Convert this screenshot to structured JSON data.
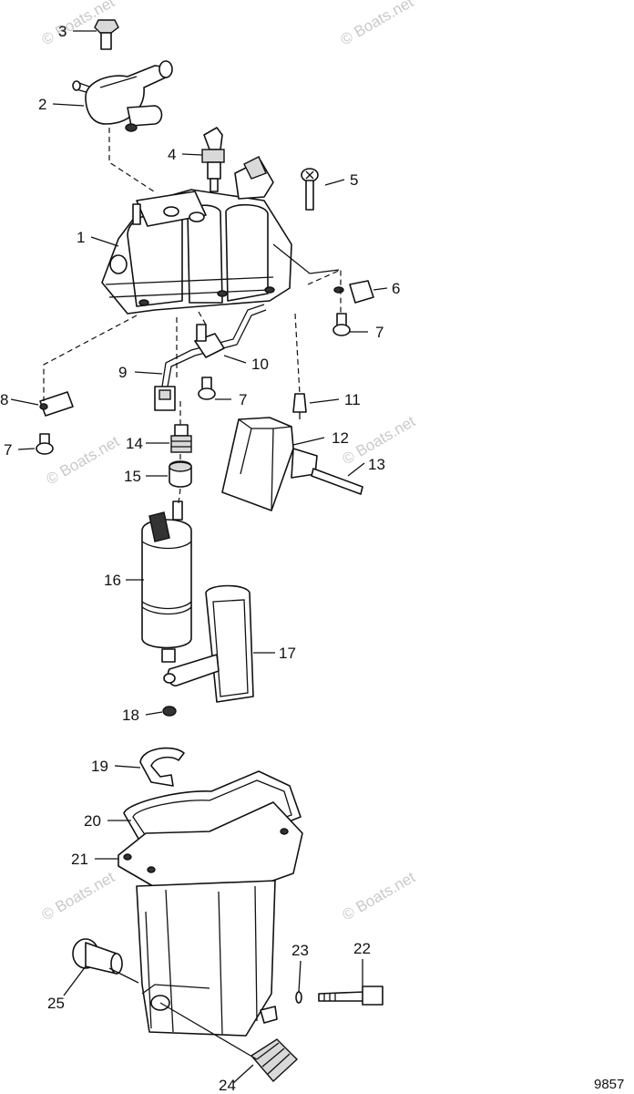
{
  "figure_number": "9857",
  "watermark_text": "© Boats.net",
  "callouts": [
    {
      "part": "1",
      "name": "fuel-housing-cover"
    },
    {
      "part": "2",
      "name": "pressure-regulator"
    },
    {
      "part": "3",
      "name": "regulator-screw"
    },
    {
      "part": "4",
      "name": "fuel-fitting"
    },
    {
      "part": "5",
      "name": "cover-screw"
    },
    {
      "part": "6",
      "name": "bracket-clip"
    },
    {
      "part": "7",
      "name": "screw-a"
    },
    {
      "part": "7",
      "name": "screw-b"
    },
    {
      "part": "7",
      "name": "screw-c"
    },
    {
      "part": "8",
      "name": "retainer-plate"
    },
    {
      "part": "9",
      "name": "wire-harness"
    },
    {
      "part": "10",
      "name": "harness-clamp"
    },
    {
      "part": "11",
      "name": "fuse-terminal"
    },
    {
      "part": "12",
      "name": "boot-cover"
    },
    {
      "part": "13",
      "name": "boot-pin"
    },
    {
      "part": "14",
      "name": "grommet-fitting"
    },
    {
      "part": "15",
      "name": "sleeve"
    },
    {
      "part": "16",
      "name": "fuel-pump"
    },
    {
      "part": "17",
      "name": "pump-filter"
    },
    {
      "part": "18",
      "name": "washer"
    },
    {
      "part": "19",
      "name": "pump-holder"
    },
    {
      "part": "20",
      "name": "housing-gasket"
    },
    {
      "part": "21",
      "name": "fuel-housing"
    },
    {
      "part": "22",
      "name": "drain-screw"
    },
    {
      "part": "23",
      "name": "o-ring"
    },
    {
      "part": "24",
      "name": "hose-fitting"
    },
    {
      "part": "25",
      "name": "plug"
    }
  ],
  "colors": {
    "ink": "#111111",
    "watermark": "#c9c9c9",
    "background": "#ffffff"
  }
}
